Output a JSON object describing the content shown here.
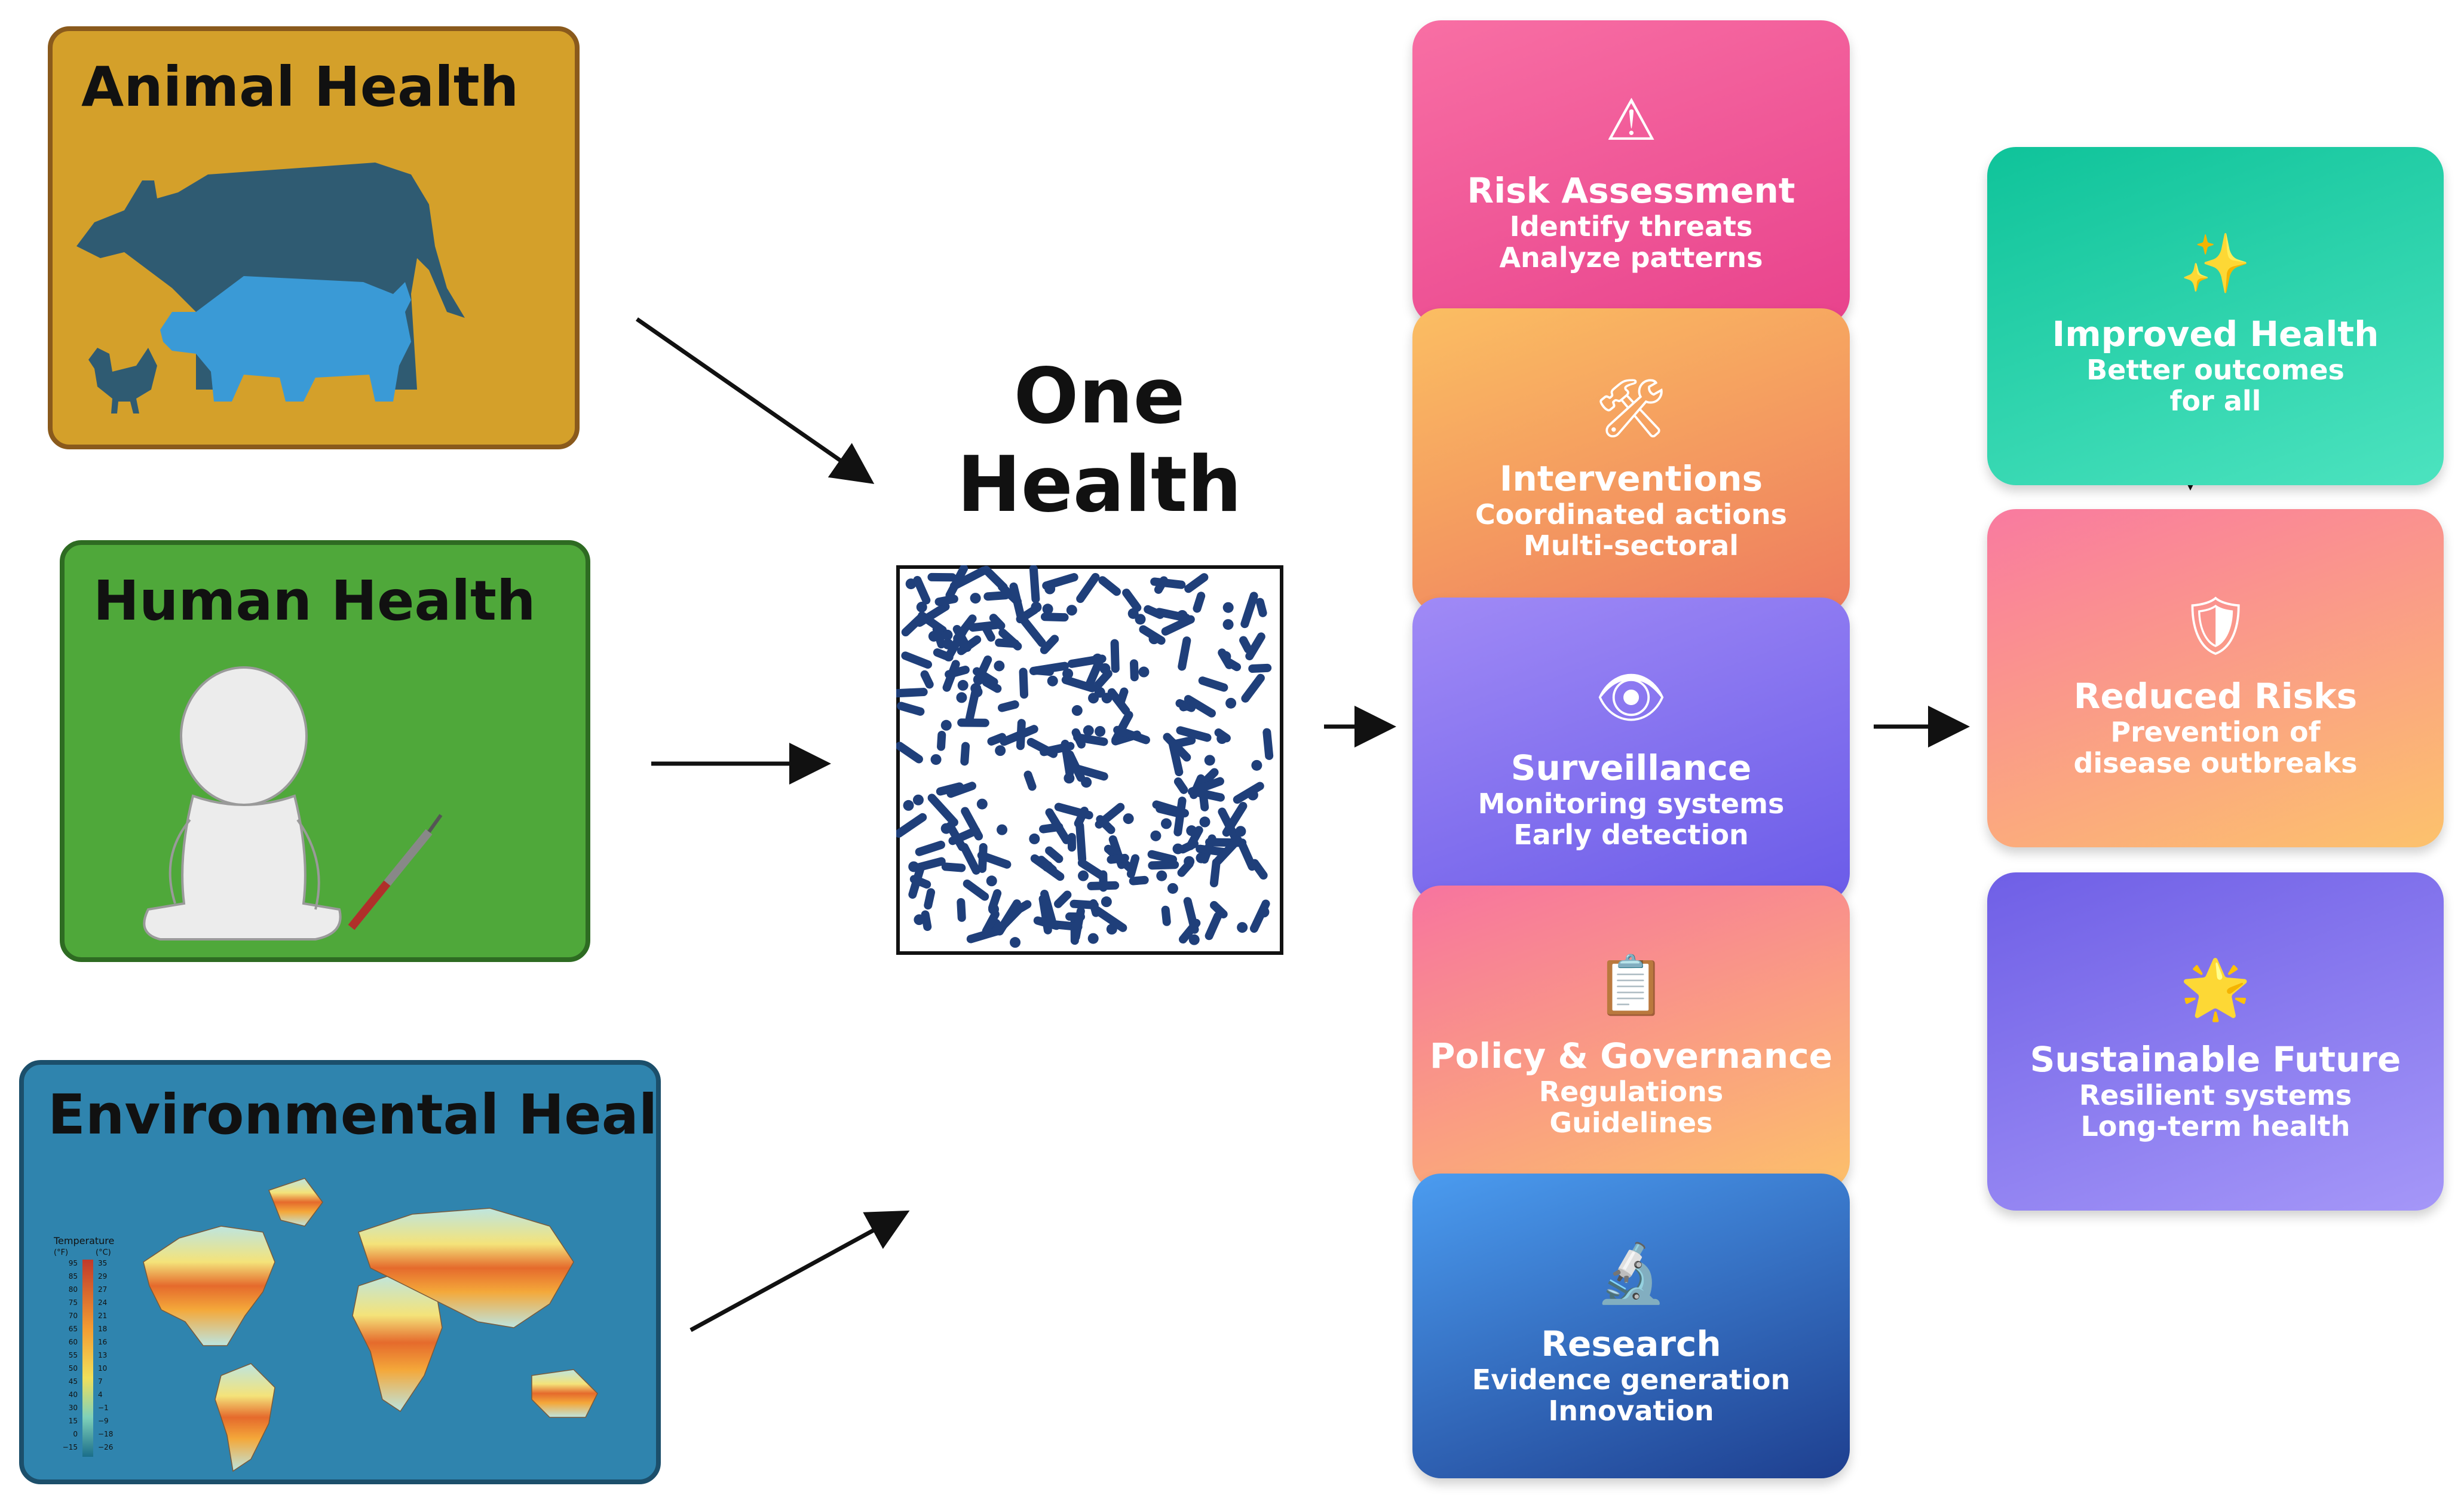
{
  "sources": [
    {
      "title": "Animal Health"
    },
    {
      "title": "Human Health"
    },
    {
      "title": "Environmental Health"
    }
  ],
  "center": {
    "title_line1": "One",
    "title_line2": "Health"
  },
  "env_legend": {
    "title": "Temperature",
    "unit_f": "(°F)",
    "unit_c": "(°C)",
    "f_ticks": [
      "95",
      "85",
      "80",
      "75",
      "70",
      "65",
      "60",
      "55",
      "50",
      "45",
      "40",
      "30",
      "15",
      "0",
      "−15"
    ],
    "c_ticks": [
      "35",
      "29",
      "27",
      "24",
      "21",
      "18",
      "16",
      "13",
      "10",
      "7",
      "4",
      "−1",
      "−9",
      "−18",
      "−26"
    ]
  },
  "actions": [
    {
      "icon": "⚠",
      "title": "Risk Assessment",
      "line1": "Identify threats",
      "line2": "Analyze patterns",
      "color1": "#f86fa4",
      "color2": "#e8428c"
    },
    {
      "icon": "🛠",
      "title": "Interventions",
      "line1": "Coordinated actions",
      "line2": "Multi-sectoral",
      "color1": "#fbbe62",
      "color2": "#ee7b5e"
    },
    {
      "icon": "👁",
      "title": "Surveillance",
      "line1": "Monitoring systems",
      "line2": "Early detection",
      "color1": "#a08af6",
      "color2": "#6a5be8"
    },
    {
      "icon": "📋",
      "title": "Policy & Governance",
      "line1": "Regulations",
      "line2": "Guidelines",
      "color1": "#f7749f",
      "color2": "#fcc06a"
    },
    {
      "icon": "🔬",
      "title": "Research",
      "line1": "Evidence generation",
      "line2": "Innovation",
      "color1": "#4b9cf0",
      "color2": "#1e3f8f"
    }
  ],
  "outcomes": [
    {
      "icon": "✨",
      "title": "Improved Health",
      "line1": "Better outcomes",
      "line2": "for all",
      "color1": "#0fc39a",
      "color2": "#4ce3bf"
    },
    {
      "icon": "🛡",
      "title": "Reduced Risks",
      "line1": "Prevention of",
      "line2": "disease outbreaks",
      "color1": "#f97aa0",
      "color2": "#fcc26c"
    },
    {
      "icon": "🌟",
      "title": "Sustainable Future",
      "line1": "Resilient systems",
      "line2": "Long-term health",
      "color1": "#6f5fe6",
      "color2": "#a597f8"
    }
  ]
}
